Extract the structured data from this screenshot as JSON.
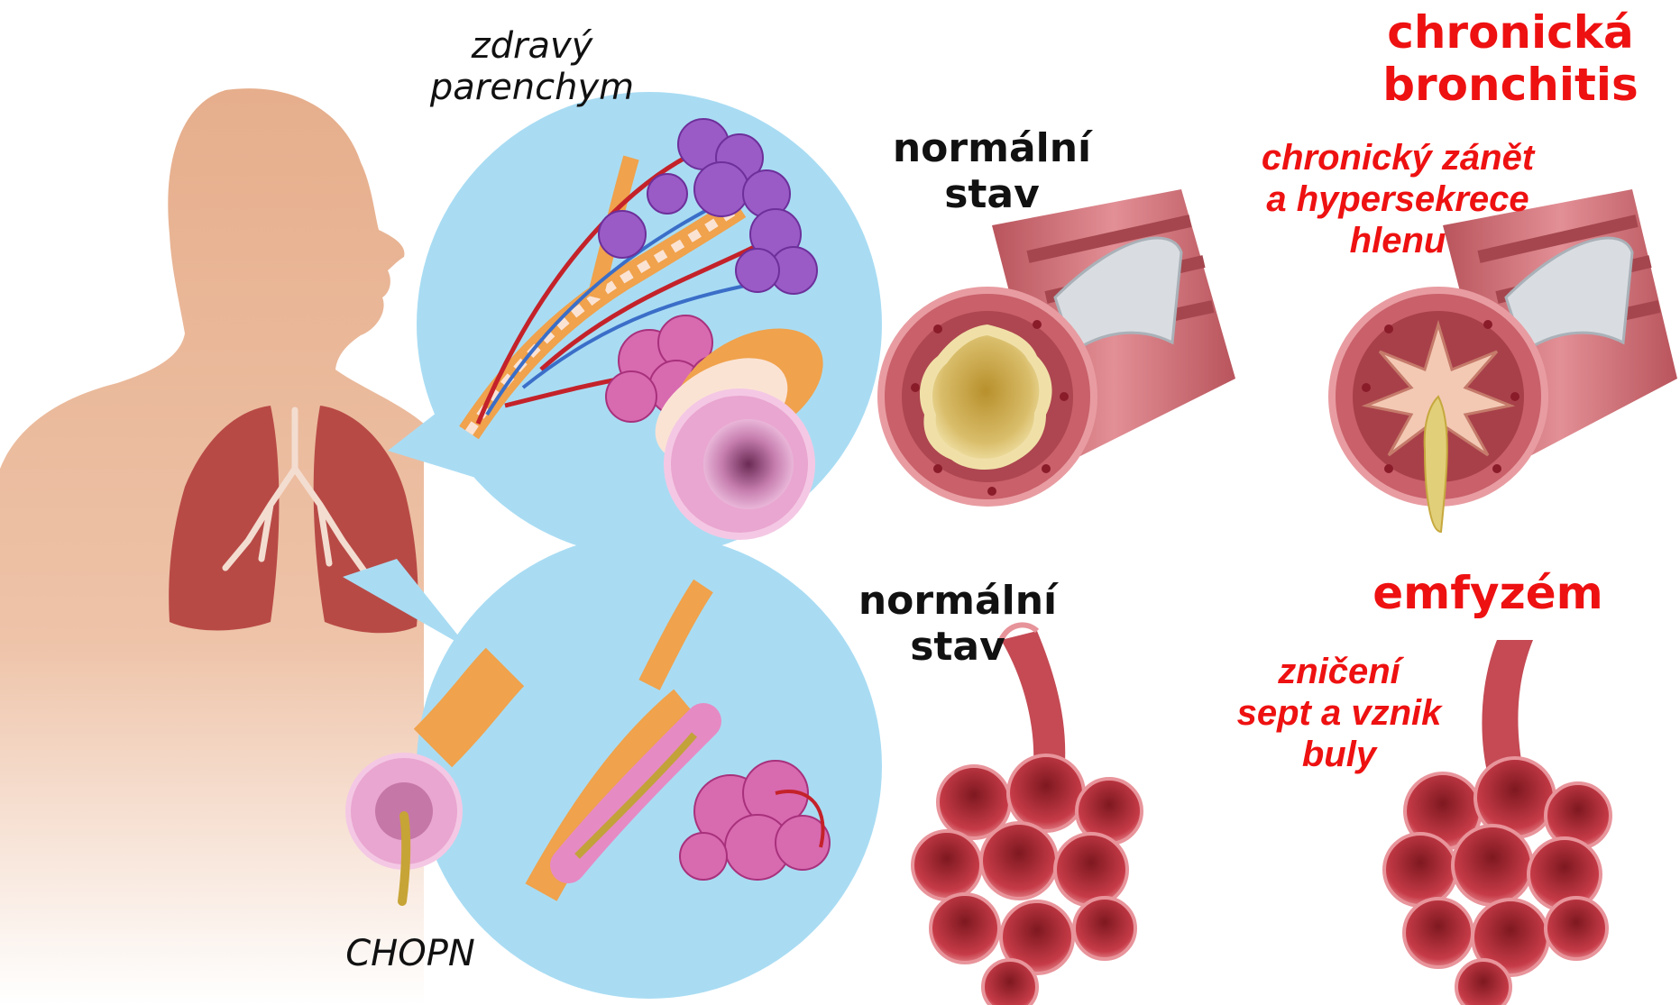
{
  "labels": {
    "healthy_parenchyma": [
      "zdravý",
      "parenchym"
    ],
    "copd": "CHOPN",
    "normal_top": [
      "normální",
      "stav"
    ],
    "normal_bottom": [
      "normální",
      "stav"
    ],
    "chronic_bronchitis_title": [
      "chronická",
      "bronchitis"
    ],
    "chronic_bronchitis_note": [
      "chronický zánět",
      "a hypersekrece",
      "hlenu"
    ],
    "emphysema_title": "emfyzém",
    "emphysema_note": [
      "zničení",
      "sept a vznik",
      "buly"
    ]
  },
  "colors": {
    "skin": "#e8b494",
    "bubble": "#a9dcf3",
    "airway_wall": "#c9606a",
    "alveoli": "#c23a45",
    "mucus": "#d8b85c",
    "label_red": "#ee1111"
  }
}
